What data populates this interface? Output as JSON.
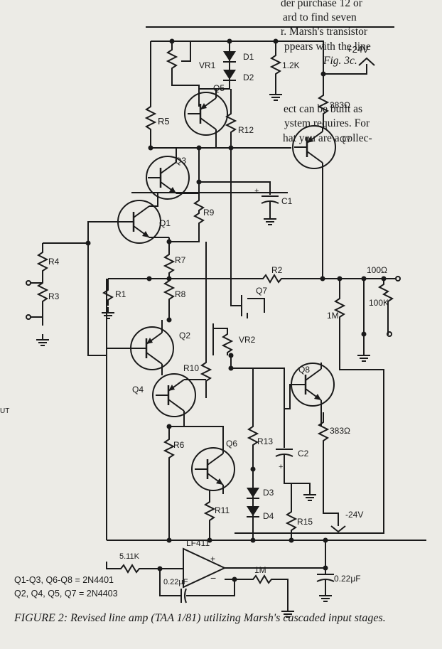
{
  "article": {
    "lines": [
      "der purchase 12 or",
      "ard to find seven",
      "r. Marsh's transistor",
      "ppears with the line",
      "Fig. 3c.",
      "ect can be built as",
      "ystem requires. For",
      "hat you are a collec-"
    ],
    "margin_fragment": "UT"
  },
  "schematic": {
    "labels": {
      "d1": "D1",
      "d2": "D2",
      "d3": "D3",
      "d4": "D4",
      "vr1": "VR1",
      "vr2": "VR2",
      "q1": "Q1",
      "q2": "Q2",
      "q3": "Q3",
      "q4": "Q4",
      "q5": "Q5",
      "q6": "Q6",
      "q7_jfet": "Q7",
      "q7": "Q7",
      "q8": "Q8",
      "r1": "R1",
      "r2": "R2",
      "r3": "R3",
      "r4": "R4",
      "r5": "R5",
      "r6": "R6",
      "r7": "R7",
      "r8": "R8",
      "r9": "R9",
      "r10": "R10",
      "r11": "R11",
      "r12": "R12",
      "r13": "R13",
      "r15": "R15",
      "r_1k2": "1.2K",
      "r_383_top": "383Ω",
      "r_383_bot": "383Ω",
      "r_100": "100Ω",
      "r_100k": "100K",
      "r_1m_out": "1M",
      "r_1m_fb": "1M",
      "r_511k": "5.11K",
      "c1": "C1",
      "c2": "C2",
      "c_022_left": "0.22μF",
      "c_022_right": "0.22μF",
      "vpos": "+24V",
      "vneg": "-24V",
      "opamp": "LF411",
      "plus": "+",
      "minus": "−",
      "c1_plus": "+",
      "c2_plus": "+"
    },
    "parts_list": [
      "Q1-Q3, Q6-Q8 = 2N4401",
      "Q2, Q4, Q5, Q7 = 2N4403"
    ]
  },
  "caption": "FIGURE 2: Revised line amp (TAA 1/81) utilizing Marsh's cascaded input stages."
}
